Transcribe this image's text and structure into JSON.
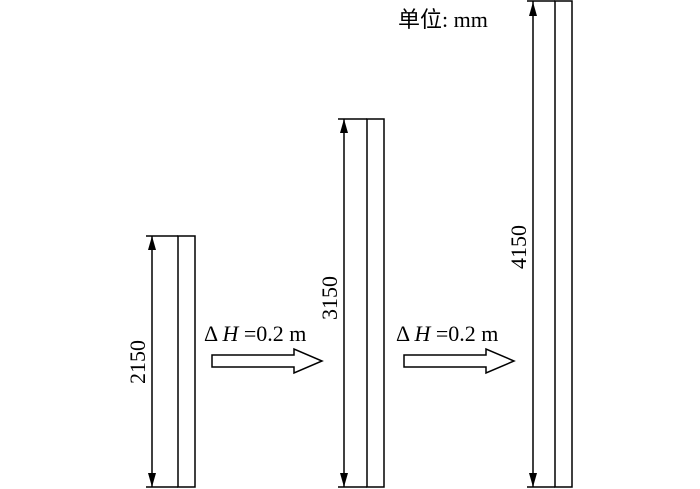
{
  "unit_label": "单位: mm",
  "columns": [
    {
      "height_label": "2150"
    },
    {
      "height_label": "3150"
    },
    {
      "height_label": "4150"
    }
  ],
  "steps": [
    {
      "symbol": "Δ",
      "variable": "H",
      "value_text": "=0.2 m"
    },
    {
      "symbol": "Δ",
      "variable": "H",
      "value_text": "=0.2 m"
    }
  ]
}
